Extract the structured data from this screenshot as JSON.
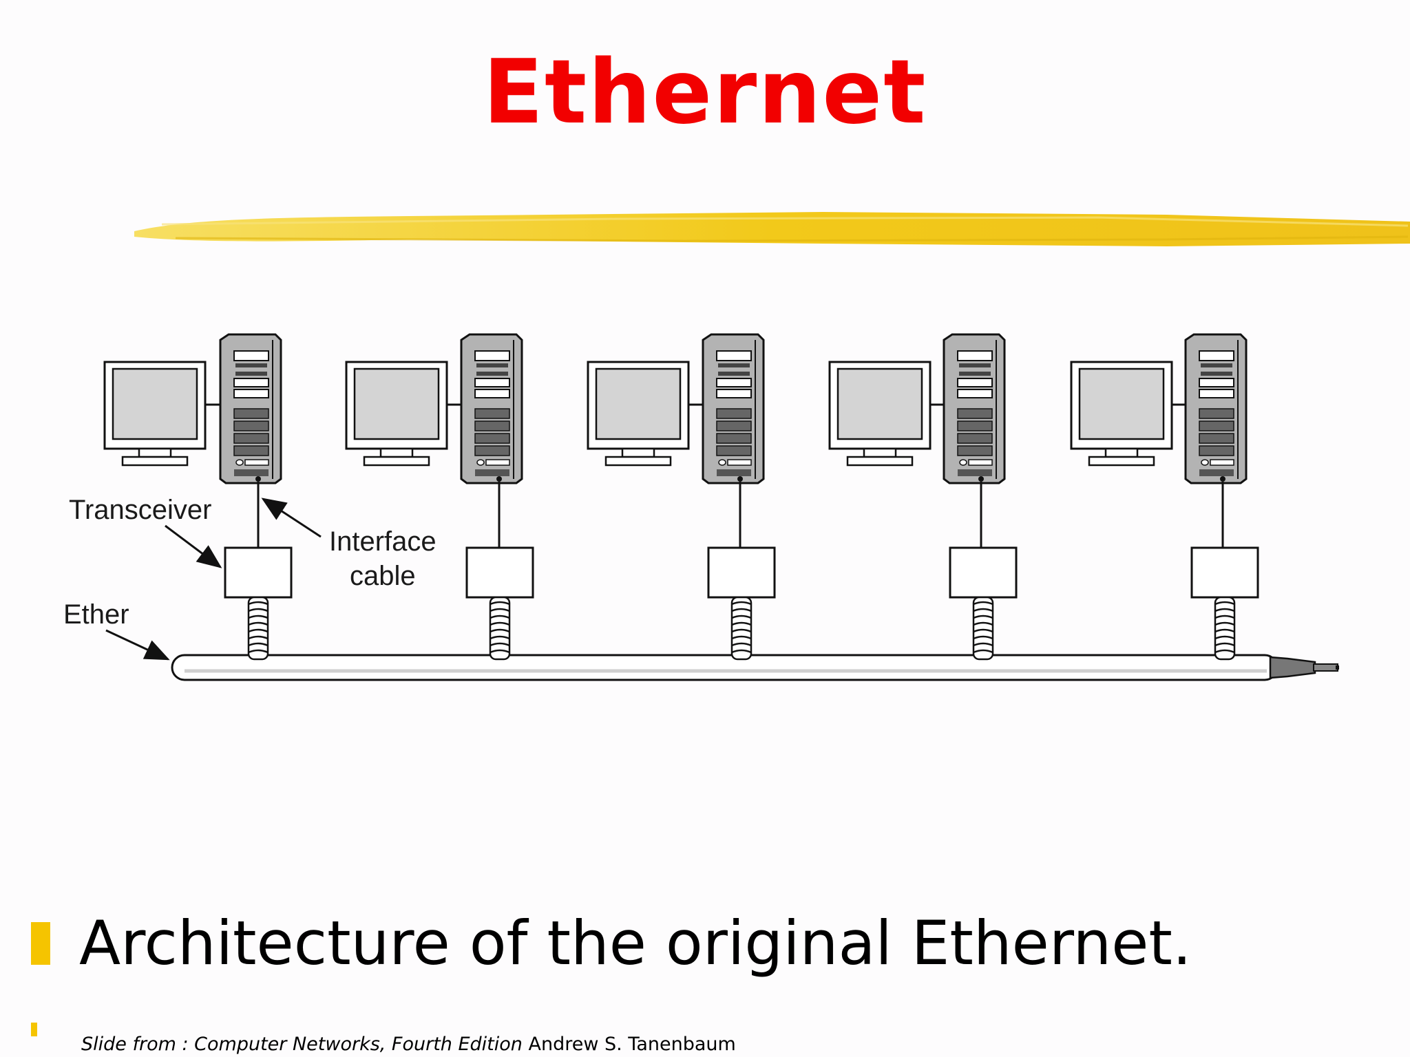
{
  "slide": {
    "title": "Ethernet",
    "accent_color": "#f20000",
    "highlight_color": "#f5c400"
  },
  "diagram": {
    "labels": {
      "transceiver": "Transceiver",
      "interface_line1": "Interface",
      "interface_line2": "cable",
      "ether": "Ether"
    },
    "stations": [
      {
        "monitor": "monitor-icon",
        "tower": "computer-tower-icon"
      },
      {
        "monitor": "monitor-icon",
        "tower": "computer-tower-icon"
      },
      {
        "monitor": "monitor-icon",
        "tower": "computer-tower-icon"
      },
      {
        "monitor": "monitor-icon",
        "tower": "computer-tower-icon"
      },
      {
        "monitor": "monitor-icon",
        "tower": "computer-tower-icon"
      }
    ]
  },
  "bullet": {
    "text": "Architecture of the original Ethernet."
  },
  "credit": {
    "source": "Slide from : Computer Networks, Fourth Edition",
    "author": " Andrew S. Tanenbaum"
  }
}
